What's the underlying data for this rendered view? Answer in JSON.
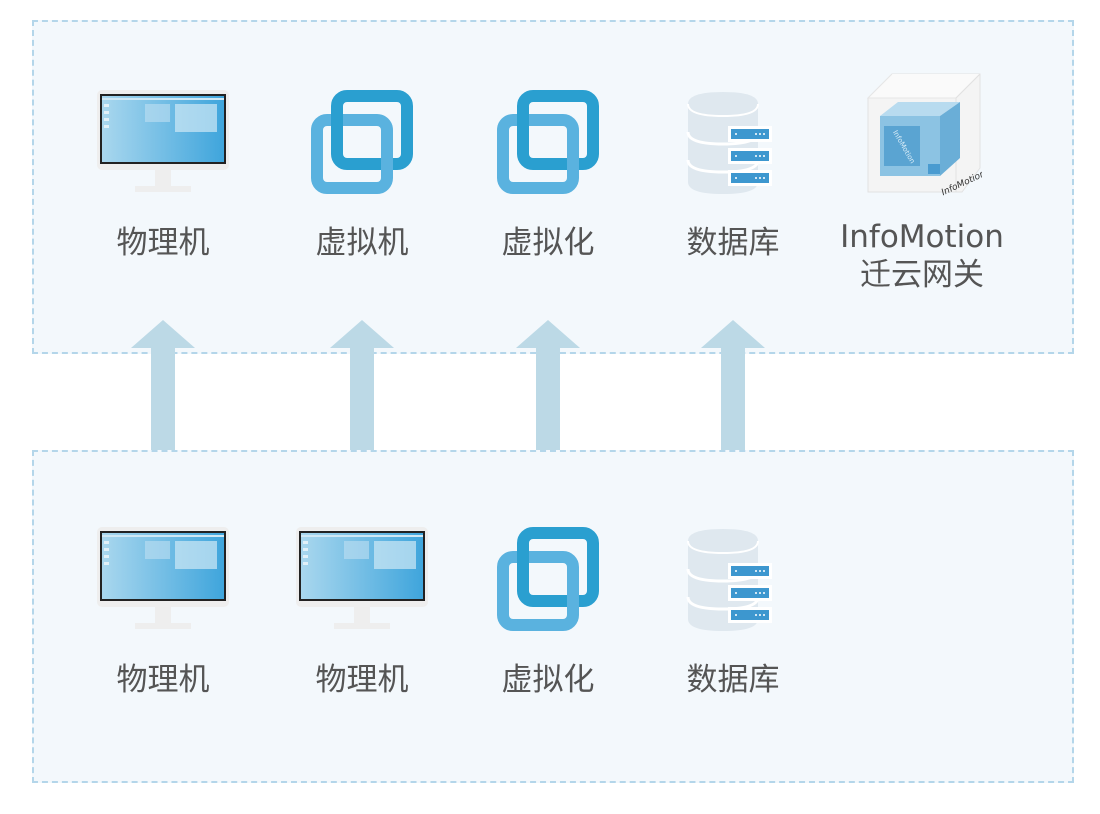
{
  "colors": {
    "panel_bg": "#f3f8fc",
    "panel_border": "#b4d6ea",
    "arrow": "#bcd9e6",
    "icon_blue": "#2a9fd0",
    "icon_light": "#5ab2df",
    "label": "#555555"
  },
  "target_panel": {
    "nodes": [
      {
        "icon": "monitor-icon",
        "label": "物理机"
      },
      {
        "icon": "virtual-machine-icon",
        "label": "虚拟机"
      },
      {
        "icon": "virtualization-icon",
        "label": "虚拟化"
      },
      {
        "icon": "database-icon",
        "label": "数据库"
      },
      {
        "icon": "infomotion-gateway-icon",
        "label": "InfoMotion",
        "label2": "迁云网关",
        "logo_text": "InfoMotion"
      }
    ]
  },
  "source_panel": {
    "nodes": [
      {
        "icon": "monitor-icon",
        "label": "物理机"
      },
      {
        "icon": "monitor-icon",
        "label": "物理机"
      },
      {
        "icon": "virtualization-icon",
        "label": "虚拟化"
      },
      {
        "icon": "database-icon",
        "label": "数据库"
      }
    ]
  },
  "arrows": [
    {
      "from": "source.0",
      "to": "target.0",
      "direction": "up"
    },
    {
      "from": "source.1",
      "to": "target.1",
      "direction": "up"
    },
    {
      "from": "source.2",
      "to": "target.2",
      "direction": "up"
    },
    {
      "from": "source.3",
      "to": "target.3",
      "direction": "up"
    }
  ]
}
